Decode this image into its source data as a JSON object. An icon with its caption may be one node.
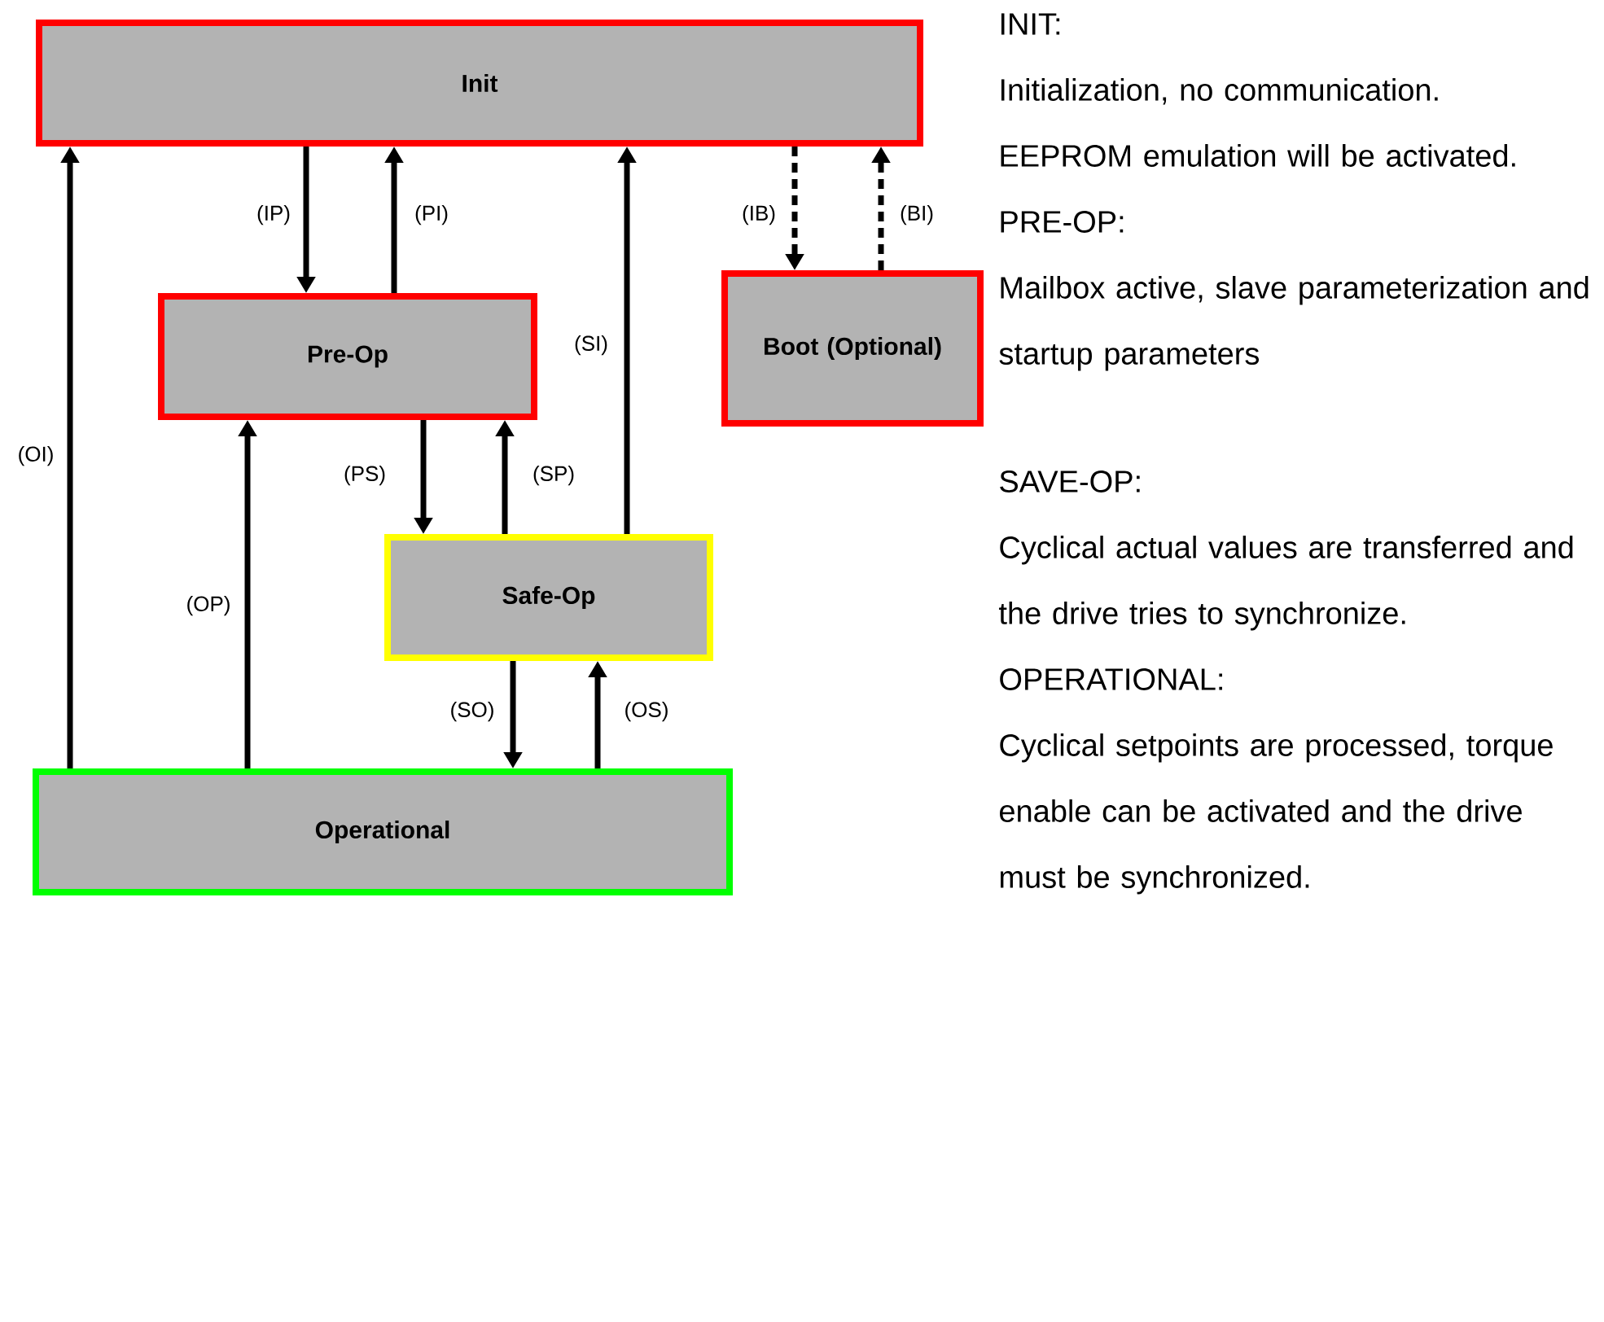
{
  "diagram": {
    "nodes": [
      {
        "text": [
          "Init"
        ]
      },
      {
        "text": [
          "Pre-Op"
        ]
      },
      {
        "text": [
          "Boot (Optional)"
        ]
      },
      {
        "text": [
          "Safe-Op"
        ]
      },
      {
        "text": [
          "Operational"
        ]
      }
    ],
    "edges": [
      {
        "from": 0,
        "to": 1,
        "arrow": "to",
        "label": "(IP)"
      },
      {
        "from": 1,
        "to": 0,
        "arrow": "to",
        "label": "(PI)"
      },
      {
        "from": 0,
        "to": 2,
        "arrow": "to",
        "label": "(IB)",
        "style": "dashed"
      },
      {
        "from": 2,
        "to": 0,
        "arrow": "to",
        "label": "(BI)",
        "style": "dashed"
      },
      {
        "from": 1,
        "to": 3,
        "arrow": "to",
        "label": "(PS)"
      },
      {
        "from": 3,
        "to": 1,
        "arrow": "to",
        "label": "(SP)"
      },
      {
        "from": 3,
        "to": 0,
        "arrow": "to",
        "label": "(SI)"
      },
      {
        "from": 3,
        "to": 4,
        "arrow": "to",
        "label": "(SO)"
      },
      {
        "from": 4,
        "to": 3,
        "arrow": "to",
        "label": "(OS)"
      },
      {
        "from": 4,
        "to": 0,
        "arrow": "to",
        "label": "(OI)"
      },
      {
        "from": 4,
        "to": 1,
        "arrow": "to",
        "label": "(OP)"
      }
    ],
    "labels": [
      "INIT:",
      "Initialization, no communication.",
      "EEPROM emulation will be activated.",
      "PRE-OP:",
      "Mailbox active, slave parameterization and startup parameters",
      "SAVE-OP:",
      "Cyclical actual values are transferred and the drive tries to synchronize.",
      "OPERATIONAL:",
      "Cyclical setpoints are processed, torque enable can be activated and the drive must be synchronized."
    ]
  }
}
